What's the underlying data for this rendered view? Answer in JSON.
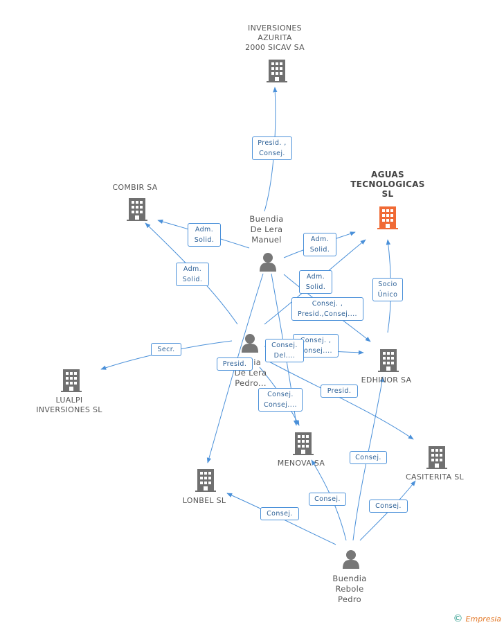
{
  "colors": {
    "edge": "#4a90d9",
    "company": "#707070",
    "focus": "#f06a35",
    "person": "#777777"
  },
  "nodes": {
    "inversiones_azurita": {
      "label": "INVERSIONES\nAZURITA\n2000 SICAV SA",
      "icon": "building-icon"
    },
    "aguas_tecnologicas": {
      "label": "AGUAS\nTECNOLOGICAS\nSL",
      "icon": "building-icon"
    },
    "combir": {
      "label": "COMBIR SA",
      "icon": "building-icon"
    },
    "lualpi": {
      "label": "LUALPI\nINVERSIONES SL",
      "icon": "building-icon"
    },
    "edhinor": {
      "label": "EDHINOR SA",
      "icon": "building-icon"
    },
    "menova": {
      "label": "MENOVA SA",
      "icon": "building-icon"
    },
    "casiterita": {
      "label": "CASITERITA SL",
      "icon": "building-icon"
    },
    "lonbel": {
      "label": "LONBEL SL",
      "icon": "building-icon"
    },
    "buendia_manuel": {
      "label": "Buendia\nDe Lera\nManuel",
      "icon": "person-icon"
    },
    "buendia_pedro": {
      "label": "...dia\nDe Lera\nPedro...",
      "icon": "person-icon"
    },
    "buendia_rebole": {
      "label": "Buendia\nRebole\nPedro",
      "icon": "person-icon"
    }
  },
  "edges": {
    "e1": "Presid. ,\nConsej.",
    "e2": "Adm.\nSolid.",
    "e3": "Adm.\nSolid.",
    "e4": "Adm.\nSolid.",
    "e5": "Adm.\nSolid.",
    "e6": "Socio\nÚnico",
    "e7": "Consej. ,\nPresid.,Consej....",
    "e8": "Consej. ,\nConsej....",
    "e9": "Consej.\nDel....",
    "e10": "Secr.",
    "e11": "Presid.",
    "e12": "Presid.",
    "e13": "Consej.\nConsej....",
    "e14": "Consej.",
    "e15": "Consej.",
    "e16": "Consej.",
    "e17": "Consej."
  },
  "footer": {
    "copyright": "©",
    "brand": "Empresia"
  }
}
